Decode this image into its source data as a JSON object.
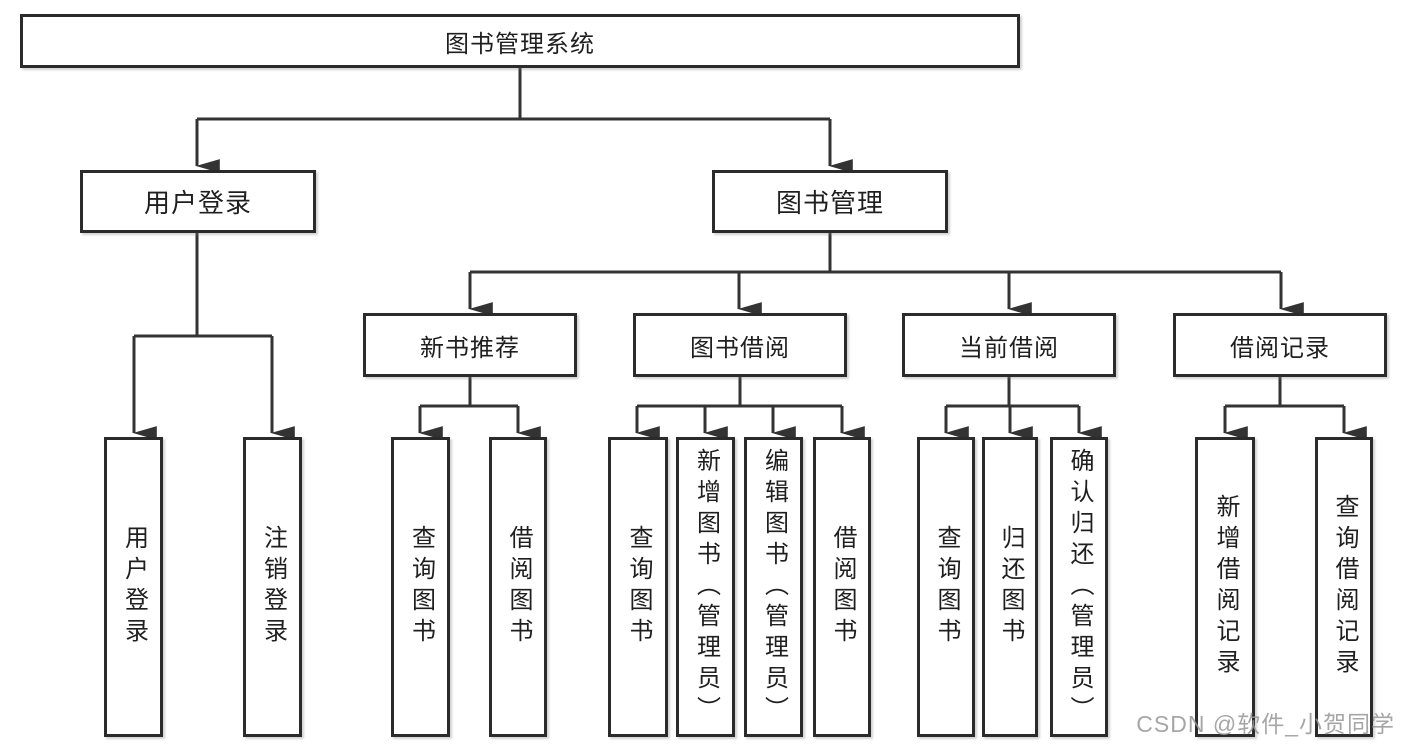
{
  "diagram": {
    "title": "图书管理系统",
    "level2": [
      {
        "label": "用户登录"
      },
      {
        "label": "图书管理"
      }
    ],
    "level3": [
      {
        "label": "新书推荐",
        "parent": "图书管理"
      },
      {
        "label": "图书借阅",
        "parent": "图书管理"
      },
      {
        "label": "当前借阅",
        "parent": "图书管理"
      },
      {
        "label": "借阅记录",
        "parent": "图书管理"
      }
    ],
    "leaves": [
      {
        "label": "用户登录",
        "parent": "用户登录"
      },
      {
        "label": "注销登录",
        "parent": "用户登录"
      },
      {
        "label": "查询图书",
        "parent": "新书推荐"
      },
      {
        "label": "借阅图书",
        "parent": "新书推荐"
      },
      {
        "label": "查询图书",
        "parent": "图书借阅"
      },
      {
        "label": "新增图书（管理员）",
        "parent": "图书借阅"
      },
      {
        "label": "编辑图书（管理员）",
        "parent": "图书借阅"
      },
      {
        "label": "借阅图书",
        "parent": "图书借阅"
      },
      {
        "label": "查询图书",
        "parent": "当前借阅"
      },
      {
        "label": "归还图书",
        "parent": "当前借阅"
      },
      {
        "label": "确认归还（管理员）",
        "parent": "当前借阅"
      },
      {
        "label": "新增借阅记录",
        "parent": "借阅记录"
      },
      {
        "label": "查询借阅记录",
        "parent": "借阅记录"
      }
    ]
  },
  "watermark": {
    "text": "CSDN @软件_小贺同学"
  },
  "colors": {
    "line": "#333333",
    "box_border": "#2b2b2b",
    "text": "#1f1f1f",
    "background": "#ffffff",
    "watermark": "#969696"
  }
}
